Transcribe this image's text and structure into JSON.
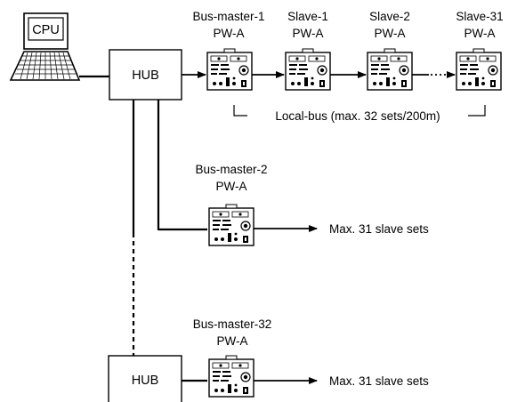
{
  "cpu_label": "CPU",
  "hub_top_label": "HUB",
  "hub_bottom_label": "HUB",
  "devices": [
    {
      "name": "Bus-master-1",
      "model": "PW-A"
    },
    {
      "name": "Slave-1",
      "model": "PW-A"
    },
    {
      "name": "Slave-2",
      "model": "PW-A"
    },
    {
      "name": "Slave-31",
      "model": "PW-A"
    },
    {
      "name": "Bus-master-2",
      "model": "PW-A"
    },
    {
      "name": "Bus-master-32",
      "model": "PW-A"
    }
  ],
  "local_bus_label": "Local-bus (max. 32 sets/200m)",
  "max_slave_label_1": "Max. 31 slave sets",
  "max_slave_label_2": "Max. 31 slave sets"
}
